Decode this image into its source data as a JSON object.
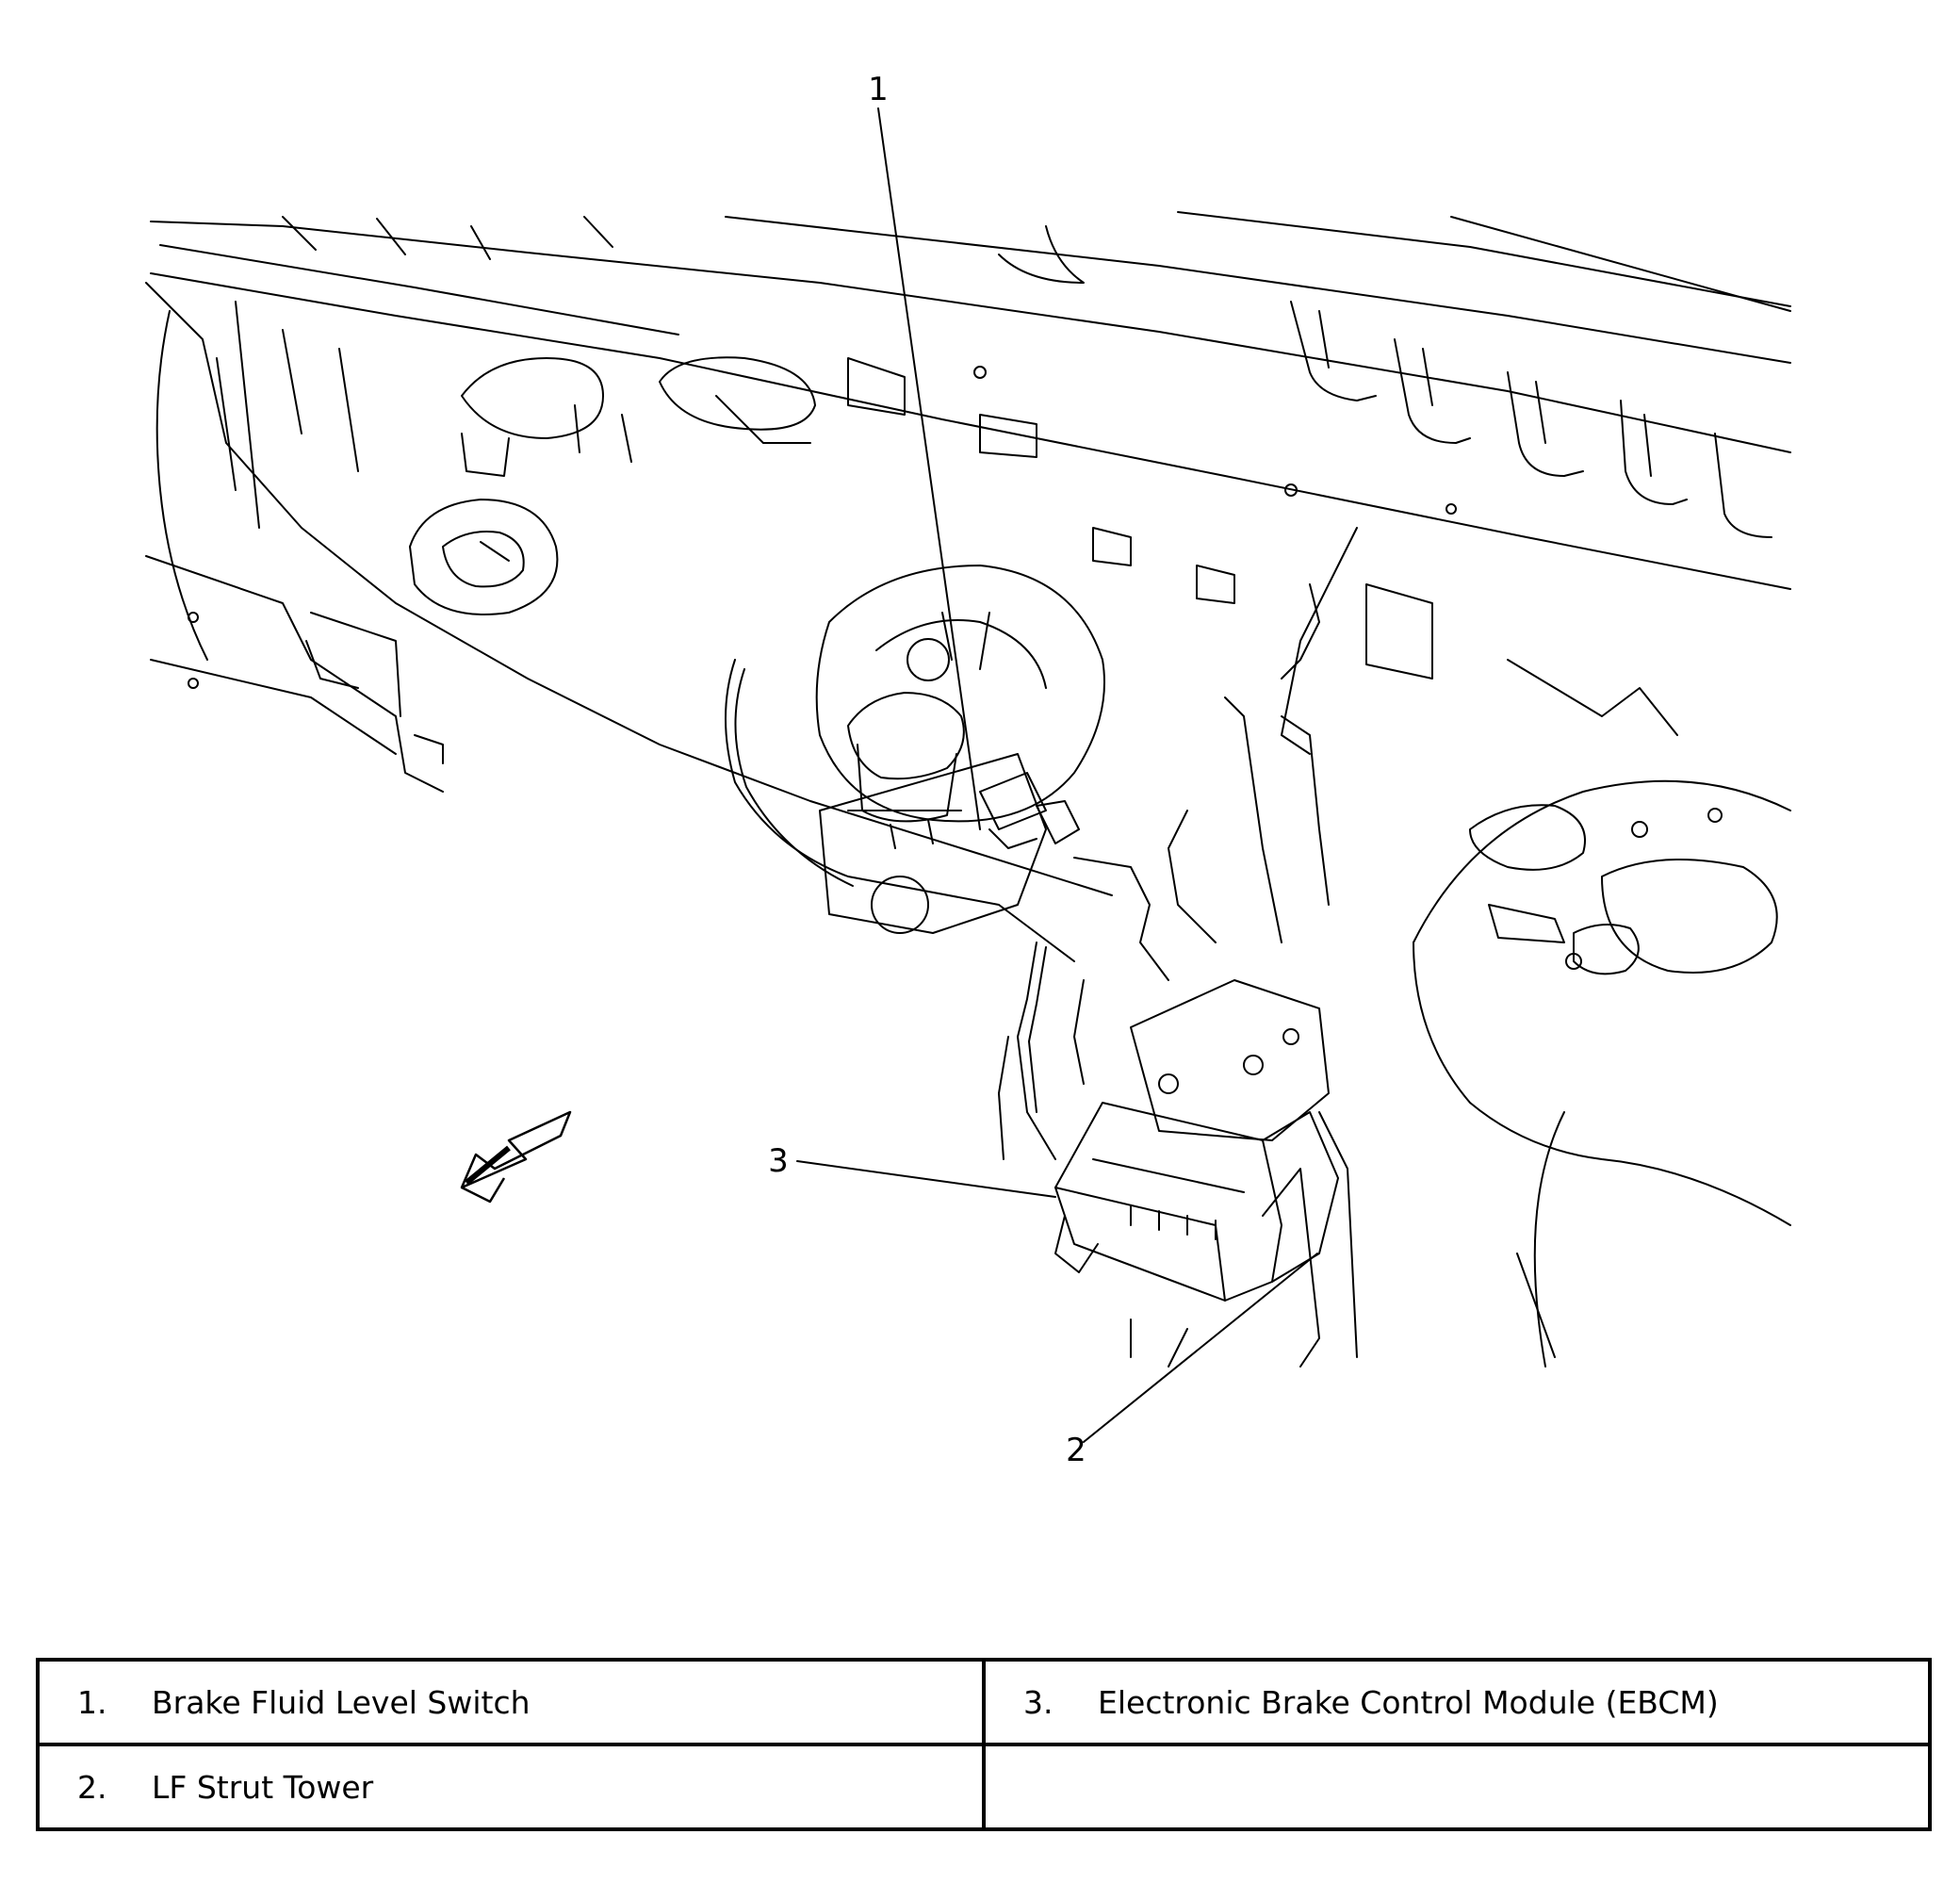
{
  "callouts": [
    {
      "number": "1",
      "part": "Brake Fluid Level Switch"
    },
    {
      "number": "2",
      "part": "LF Strut Tower"
    },
    {
      "number": "3",
      "part": "Electronic Brake Control Module (EBCM)"
    }
  ],
  "legend": {
    "rows": [
      [
        {
          "num": "1.",
          "label": "Brake Fluid Level Switch"
        },
        {
          "num": "3.",
          "label": "Electronic Brake Control Module (EBCM)"
        }
      ],
      [
        {
          "num": "2.",
          "label": "LF Strut Tower"
        },
        {
          "num": "",
          "label": ""
        }
      ]
    ]
  },
  "colors": {
    "line": "#000000",
    "background": "#ffffff"
  }
}
